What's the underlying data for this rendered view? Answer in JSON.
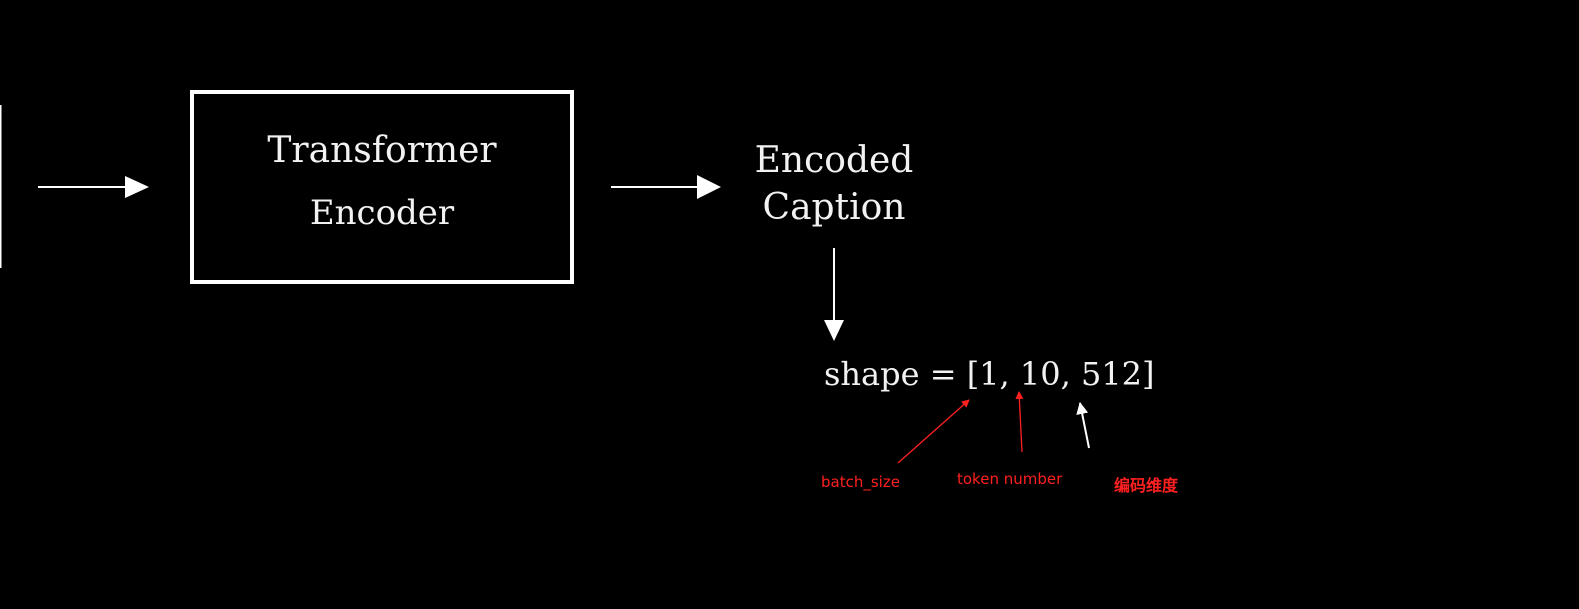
{
  "encoder_box": {
    "line1": "Transformer",
    "line2": "Encoder"
  },
  "output": {
    "line1": "Encoded",
    "line2": "Caption"
  },
  "shape_formula": "shape = [1, 10, 512]",
  "annotations": {
    "batch_size": "batch_size",
    "token_number": "token number",
    "encoding_dim": "编码维度"
  },
  "colors": {
    "background": "#000000",
    "foreground": "#ffffff",
    "annotation_red": "#ff2020"
  }
}
